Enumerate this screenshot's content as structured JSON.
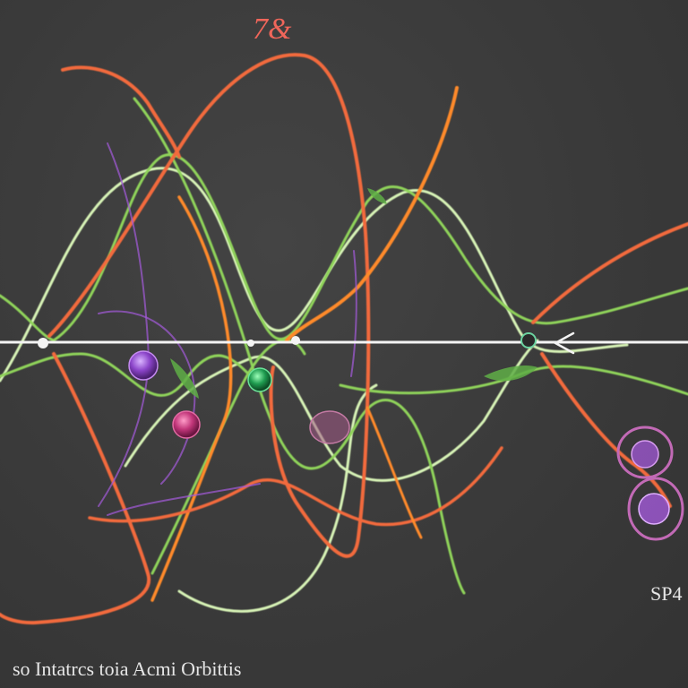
{
  "diagram": {
    "top_label": "7&",
    "side_label": "SP4",
    "caption": "so Intatrcs toia Acmi Orbittis"
  },
  "colors": {
    "background": "#3b3b3b",
    "axis": "#f4f4f4",
    "orange": "#f26a3d",
    "orange_bright": "#ff8a2a",
    "green": "#8fd35a",
    "green_pale": "#d7f3b6",
    "purple": "#a35ad8",
    "magenta": "#c2367a",
    "emerald": "#1e9b4f",
    "text_top": "#f0665a",
    "text_light": "#e6e6e6"
  },
  "icons": {
    "node_dots": "circle",
    "orbit_rings": "ellipse"
  }
}
